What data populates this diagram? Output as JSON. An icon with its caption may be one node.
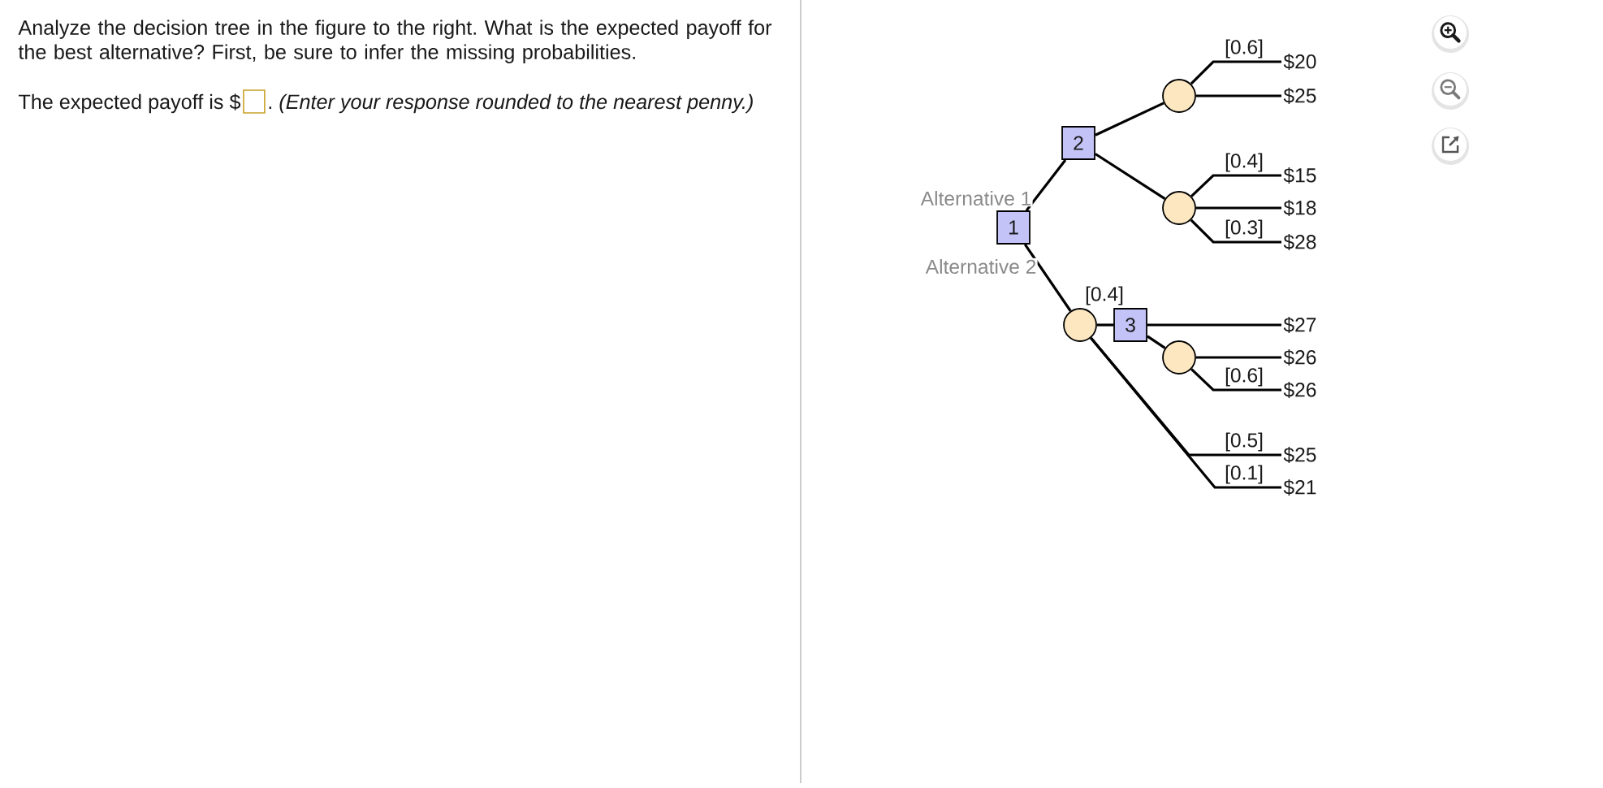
{
  "diagram": {
    "nodes": [
      {
        "text": [
          "1"
        ]
      },
      {
        "text": [
          "2"
        ]
      },
      {
        "text": [],
        "shape": "circle"
      },
      {
        "text": [],
        "shape": "circle"
      },
      {
        "text": [],
        "shape": "circle"
      },
      {
        "text": [
          "3"
        ]
      },
      {
        "text": [],
        "shape": "circle"
      },
      {
        "text": [
          "$20"
        ]
      },
      {
        "text": [
          "$25"
        ]
      },
      {
        "text": [
          "$15"
        ]
      },
      {
        "text": [
          "$18"
        ]
      },
      {
        "text": [
          "$28"
        ]
      },
      {
        "text": [
          "$27"
        ]
      },
      {
        "text": [
          "$26"
        ]
      },
      {
        "text": [
          "$26"
        ]
      },
      {
        "text": [
          "$25"
        ]
      },
      {
        "text": [
          "$21"
        ]
      }
    ],
    "edges": [
      {
        "from": 0,
        "to": 1,
        "arrow": "none",
        "label": "Alternative 1"
      },
      {
        "from": 0,
        "to": 4,
        "arrow": "none",
        "label": "Alternative 2"
      },
      {
        "from": 1,
        "to": 2,
        "arrow": "none"
      },
      {
        "from": 1,
        "to": 3,
        "arrow": "none"
      },
      {
        "from": 2,
        "to": 7,
        "arrow": "none",
        "label": "[0.6]"
      },
      {
        "from": 2,
        "to": 8,
        "arrow": "none"
      },
      {
        "from": 3,
        "to": 9,
        "arrow": "none",
        "label": "[0.4]"
      },
      {
        "from": 3,
        "to": 10,
        "arrow": "none"
      },
      {
        "from": 3,
        "to": 11,
        "arrow": "none",
        "label": "[0.3]"
      },
      {
        "from": 4,
        "to": 5,
        "arrow": "none",
        "label": "[0.4]"
      },
      {
        "from": 4,
        "to": 15,
        "arrow": "none",
        "label": "[0.5]"
      },
      {
        "from": 4,
        "to": 16,
        "arrow": "none",
        "label": "[0.1]"
      },
      {
        "from": 5,
        "to": 12,
        "arrow": "none"
      },
      {
        "from": 5,
        "to": 6,
        "arrow": "none"
      },
      {
        "from": 6,
        "to": 13,
        "arrow": "none"
      },
      {
        "from": 6,
        "to": 14,
        "arrow": "none",
        "label": "[0.6]"
      }
    ],
    "labels": [
      "Analyze the decision tree in the figure to the right. What is the expected payoff for the best alternative? First, be sure to infer the missing probabilities.",
      "The expected payoff is $",
      ". *(Enter your response rounded to the nearest penny.)*"
    ]
  }
}
